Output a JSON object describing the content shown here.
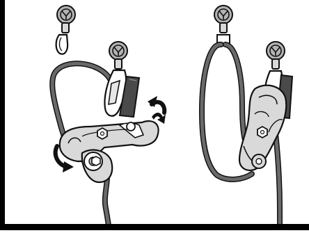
{
  "figure": {
    "panels": [
      {
        "id": "left",
        "subject": "belay-device-opened-lever-rotation"
      },
      {
        "id": "right",
        "subject": "belay-device-closed-rope-threaded"
      }
    ],
    "icons": [
      "anchor-bolt-icon",
      "carabiner-icon",
      "belay-device-icon",
      "rotation-arrow-icon",
      "rope-icon"
    ],
    "colors": {
      "outline": "#111111",
      "rope_fill": "#6a6a6a",
      "metal_fill": "#d9d9d9",
      "bolt_fill": "#b3b3b3",
      "lever_fill": "#4a4a4a",
      "arrow_fill": "#111111",
      "frame": "#000000"
    }
  }
}
